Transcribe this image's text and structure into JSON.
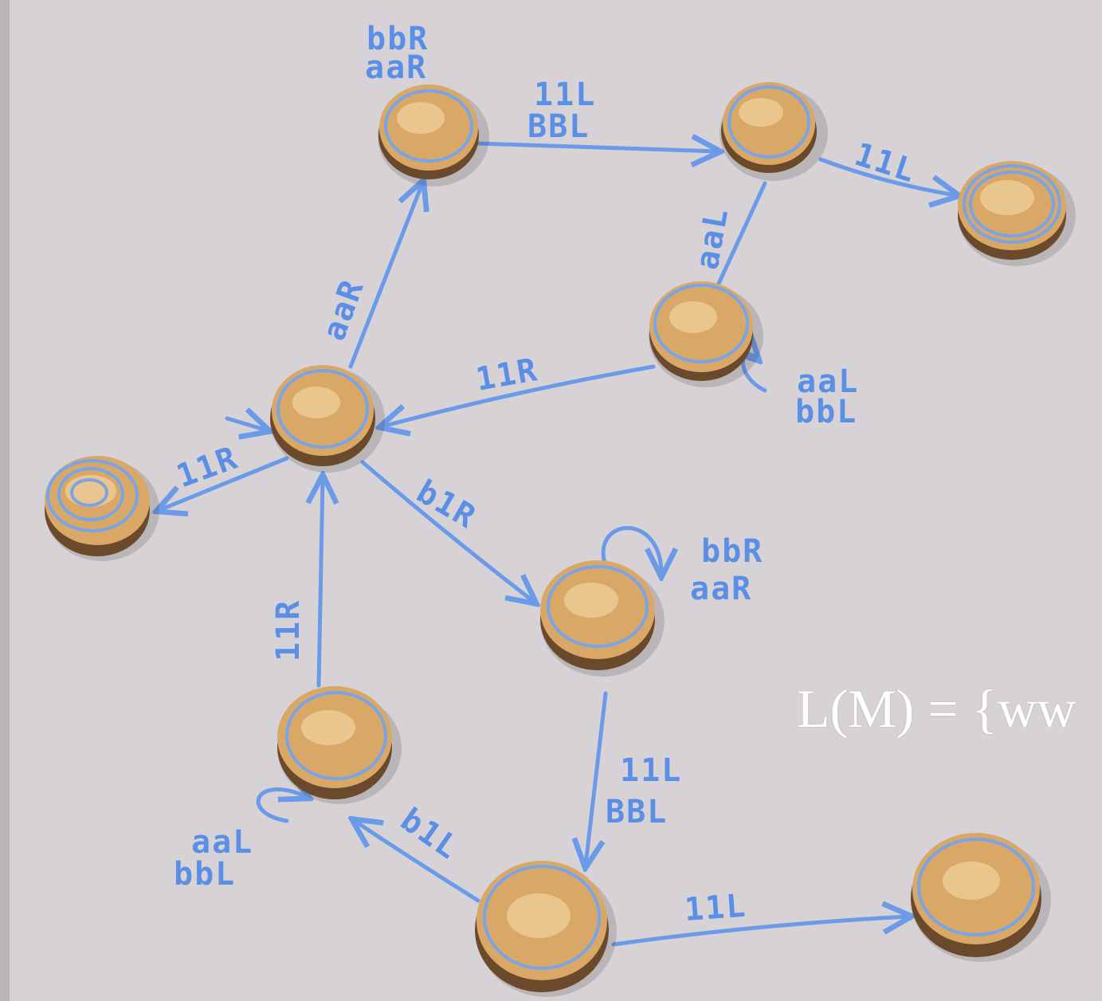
{
  "image": {
    "caption_text": "L(M) = {ww",
    "colors": {
      "paper": "#d6d2d6",
      "icing": "#6a9ae8",
      "muffin": "#d9a866",
      "caption": "#ffffff"
    }
  },
  "labels": {
    "top_state_loop": "bbR",
    "top_state_loop_2": "aaR",
    "top_edge": "11L",
    "top_edge_2": "BBL",
    "right_edge": "11L",
    "up_edge_right": "aaL",
    "mid_to_center": "11R",
    "mid_loop": "aaL",
    "mid_loop_2": "bbL",
    "center_up": "aaR",
    "center_left": "11R",
    "center_down_right": "b1R",
    "right_mid_loop": "bbR",
    "right_mid_loop_2": "aaR",
    "lower_up": "11R",
    "down_right": "11L",
    "down_right_2": "BBL",
    "lower_loop": "aaL",
    "lower_loop_2": "bbL",
    "bottom_up_left": "b1L",
    "bottom_right": "11L"
  }
}
